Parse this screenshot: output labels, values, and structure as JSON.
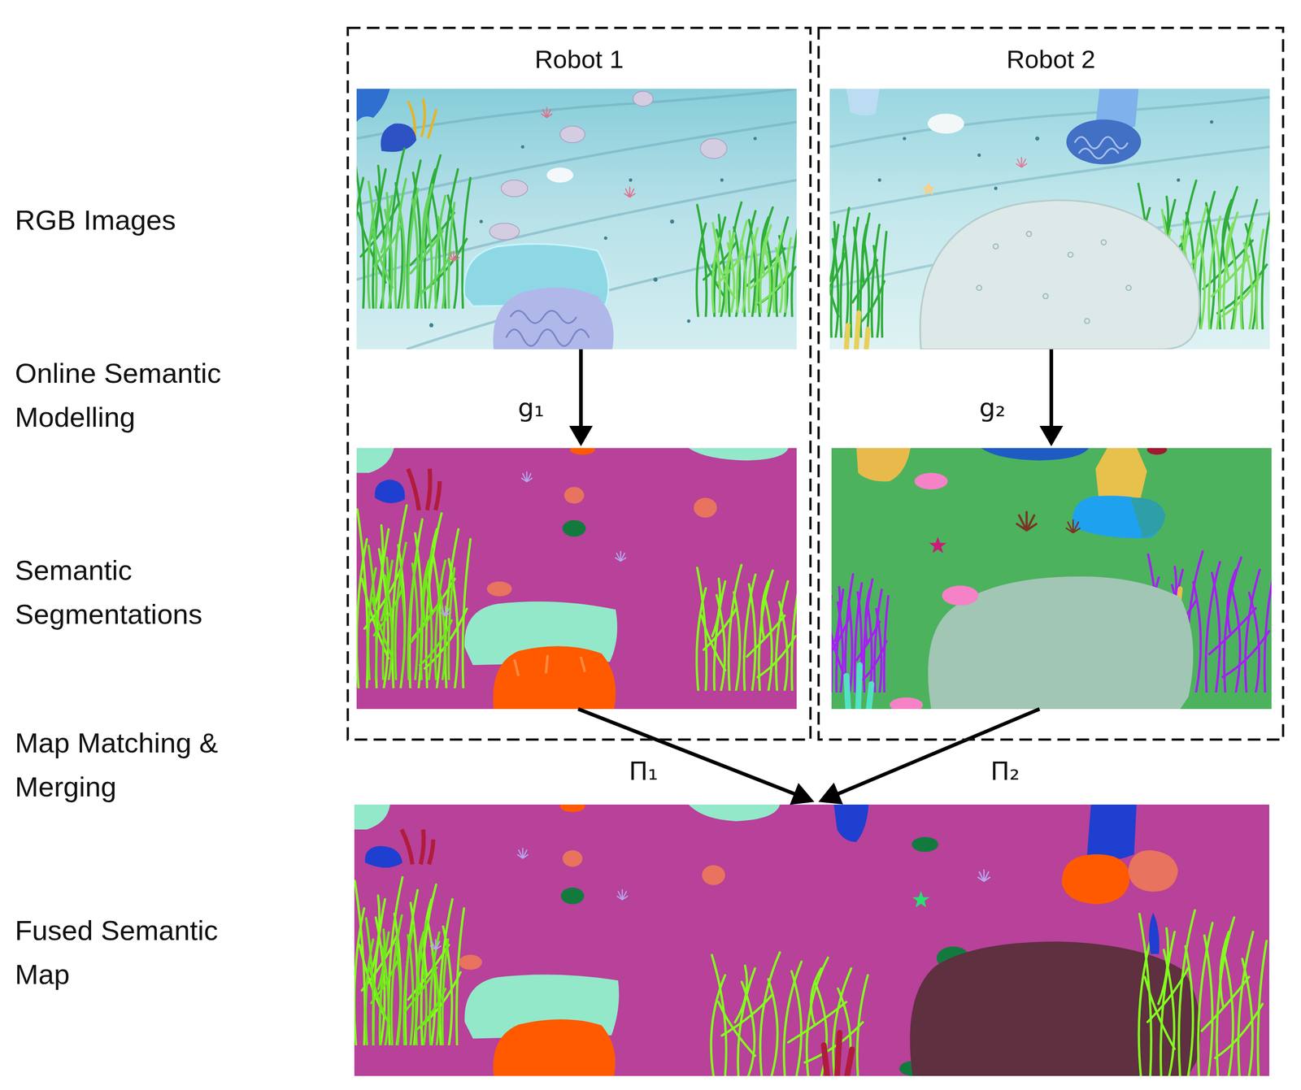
{
  "diagram": {
    "nodes": [
      {
        "text": [
          "Robot 1"
        ]
      },
      {
        "text": [
          "Robot 2"
        ]
      }
    ],
    "labels": [
      "RGB Images",
      "Online Semantic Modelling",
      "g₁",
      "g₂",
      "Semantic Segmentations",
      "Map Matching & Merging",
      "Π₁",
      "Π₂",
      "Fused Semantic Map"
    ]
  }
}
